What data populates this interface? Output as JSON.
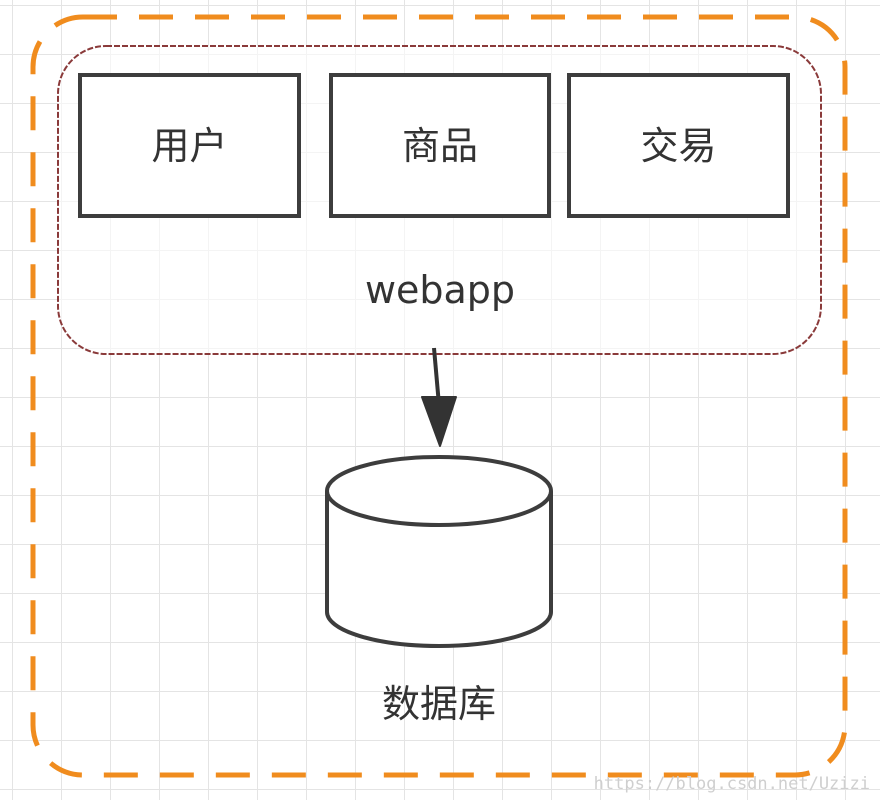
{
  "diagram": {
    "modules": [
      {
        "label": "用户"
      },
      {
        "label": "商品"
      },
      {
        "label": "交易"
      }
    ],
    "container_label": "webapp",
    "database_label": "数据库",
    "watermark": "https://blog.csdn.net/Uzizi",
    "colors": {
      "outer_dash": "#f08c1e",
      "webapp_border": "#8a3a3a",
      "box_border": "#3d3d3d",
      "arrow": "#333333",
      "grid": "#e4e4e4"
    }
  }
}
